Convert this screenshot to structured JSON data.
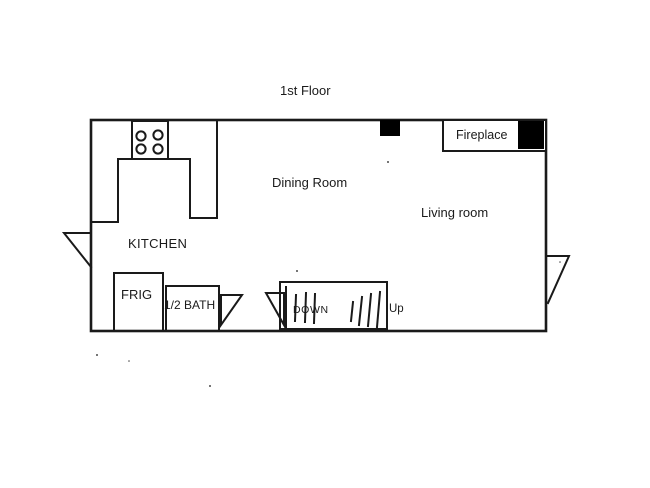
{
  "drawing": {
    "type": "hand-drawn floor plan sketch",
    "background_color": "#ffffff",
    "ink_color": "#1a1a1a",
    "solid_fill_color": "#000000"
  },
  "labels": {
    "title": "1st Floor",
    "kitchen": "KITCHEN",
    "dining_room": "Dining Room",
    "living_room": "Living room",
    "fireplace": "Fireplace",
    "fridge": "FRIG",
    "half_bath": "1/2 BATH",
    "stairs_down": "DOWN",
    "stairs_up": "Up"
  },
  "symbols": {
    "stove": "stove-burners-icon (4 circles)",
    "doors": "door-swing-icon (4 triangles: left exterior wall, right exterior wall, two at half bath / stairs)",
    "stairs": "stair-treads-icon (vertical tick marks in stair box)",
    "fireplace_insert": "solid black block inside fireplace box",
    "chimney": "small solid black block on top wall"
  }
}
